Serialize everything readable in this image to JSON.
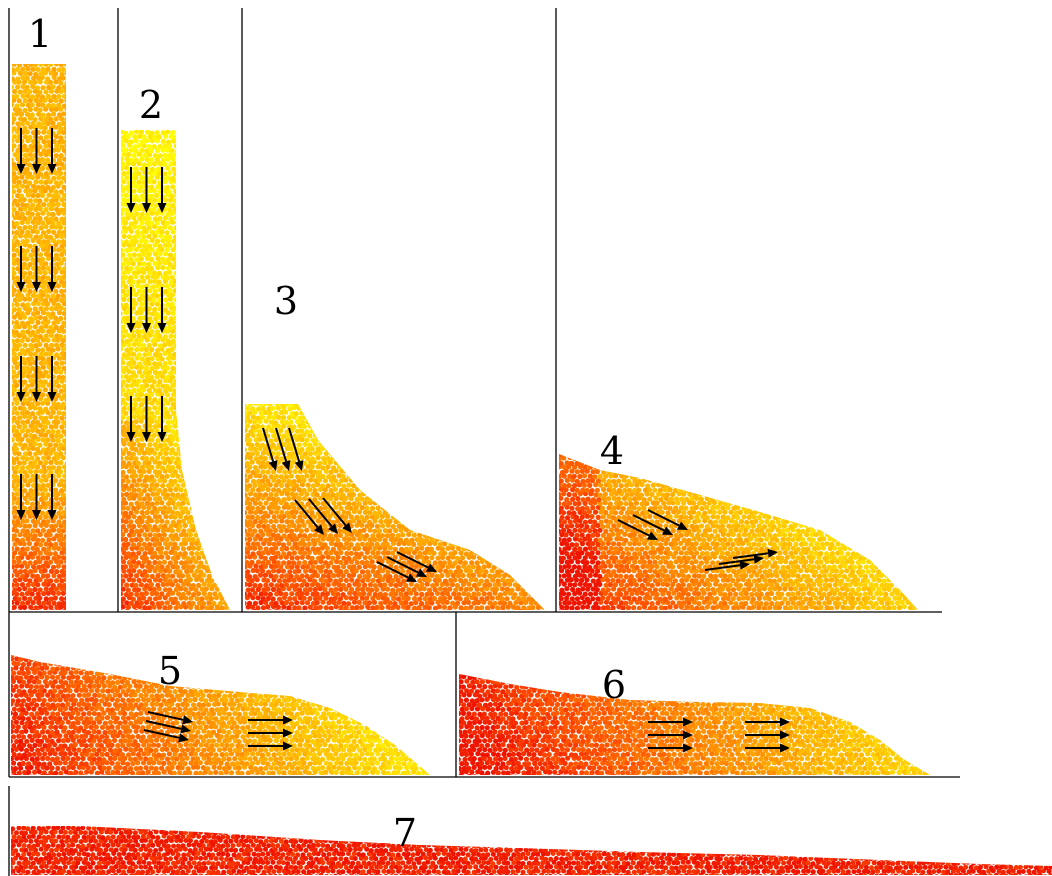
{
  "figure": {
    "colors": {
      "background": "#ffffff",
      "lines": "#000000",
      "arrows": "#000000",
      "particle_palette": [
        "#ffff00",
        "#ffd800",
        "#ffb000",
        "#ff8400",
        "#ff4e00",
        "#ee1400"
      ]
    },
    "panels": [
      {
        "label": "1",
        "shape": "tall-column",
        "flow_arrows": "downward"
      },
      {
        "label": "2",
        "shape": "collapsing-column",
        "flow_arrows": "downward"
      },
      {
        "label": "3",
        "shape": "slumping-pile",
        "flow_arrows": "down-slope"
      },
      {
        "label": "4",
        "shape": "spreading-pile",
        "flow_arrows": "along-surface"
      },
      {
        "label": "5",
        "shape": "run-out-pile",
        "flow_arrows": "horizontal"
      },
      {
        "label": "6",
        "shape": "run-out-pile",
        "flow_arrows": "horizontal"
      },
      {
        "label": "7",
        "shape": "final-deposit",
        "flow_arrows": "none"
      }
    ]
  }
}
